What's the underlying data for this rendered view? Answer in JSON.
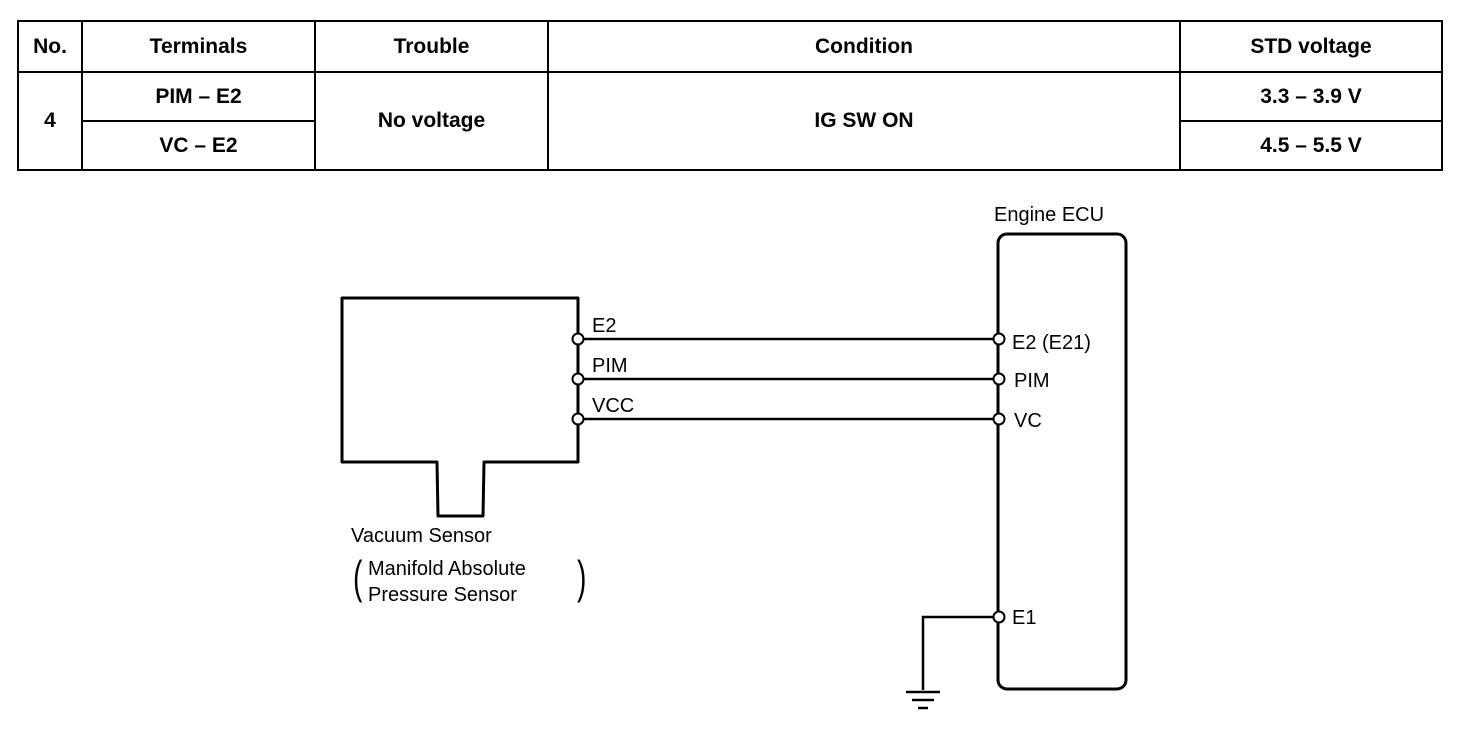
{
  "table": {
    "headers": [
      "No.",
      "Terminals",
      "Trouble",
      "Condition",
      "STD voltage"
    ],
    "no": "4",
    "terminals": [
      "PIM – E2",
      "VC – E2"
    ],
    "trouble": "No voltage",
    "condition": "IG SW ON",
    "std_voltage": [
      "3.3 – 3.9 V",
      "4.5 – 5.5 V"
    ]
  },
  "diagram": {
    "sensor": {
      "name": "Vacuum Sensor",
      "subtitle_line1": "Manifold Absolute",
      "subtitle_line2": "Pressure Sensor",
      "terminals": [
        "E2",
        "PIM",
        "VCC"
      ]
    },
    "ecu": {
      "title": "Engine ECU",
      "terminals": [
        "E2 (E21)",
        "PIM",
        "VC",
        "E1"
      ]
    }
  }
}
